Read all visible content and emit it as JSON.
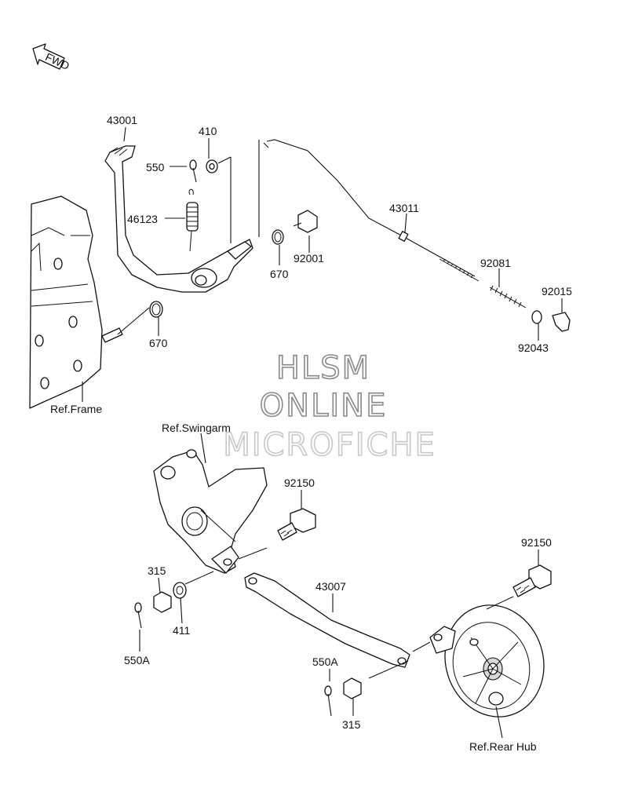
{
  "fwd_label": "FWD",
  "watermark": {
    "line1": "HLSM",
    "line2": "ONLINE",
    "line3": "MICROFICHE"
  },
  "callouts": {
    "p43001": "43001",
    "p410": "410",
    "p550": "550",
    "p46123": "46123",
    "p43011": "43011",
    "p92001": "92001",
    "p670_upper": "670",
    "p670_lower": "670",
    "p92081": "92081",
    "p92015": "92015",
    "p92043": "92043",
    "ref_frame": "Ref.Frame",
    "ref_swingarm": "Ref.Swingarm",
    "p92150_upper": "92150",
    "p92150_lower": "92150",
    "p315_left": "315",
    "p411": "411",
    "p550A_left": "550A",
    "p43007": "43007",
    "p550A_right": "550A",
    "p315_right": "315",
    "ref_rear_hub": "Ref.Rear Hub"
  }
}
